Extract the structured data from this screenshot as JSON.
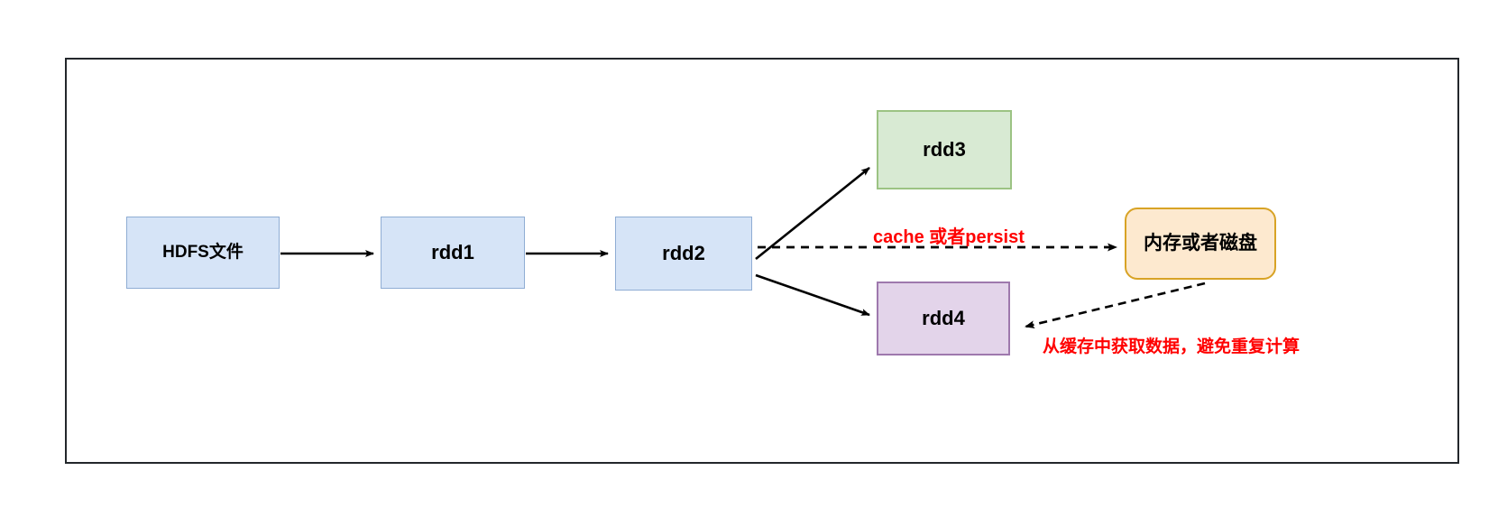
{
  "diagram": {
    "title_text": "",
    "frame": {
      "border_color": "#23272b"
    },
    "nodes": [
      {
        "id": "hdfs",
        "label": "HDFS文件",
        "fill": "#d6e4f7",
        "stroke": "#8fadd4"
      },
      {
        "id": "rdd1",
        "label": "rdd1",
        "fill": "#d6e4f7",
        "stroke": "#8fadd4"
      },
      {
        "id": "rdd2",
        "label": "rdd2",
        "fill": "#d6e4f7",
        "stroke": "#8fadd4"
      },
      {
        "id": "rdd3",
        "label": "rdd3",
        "fill": "#d8ead3",
        "stroke": "#9cc383"
      },
      {
        "id": "rdd4",
        "label": "rdd4",
        "fill": "#e3d4ea",
        "stroke": "#9e78ad"
      },
      {
        "id": "storage",
        "label": "内存或者磁盘",
        "fill": "#fde9cf",
        "stroke": "#d8a325"
      }
    ],
    "edges": [
      {
        "id": "hdfs-to-rdd1",
        "from": "hdfs",
        "to": "rdd1",
        "style": "solid",
        "label": ""
      },
      {
        "id": "rdd1-to-rdd2",
        "from": "rdd1",
        "to": "rdd2",
        "style": "solid",
        "label": ""
      },
      {
        "id": "rdd2-to-rdd3",
        "from": "rdd2",
        "to": "rdd3",
        "style": "solid",
        "label": ""
      },
      {
        "id": "rdd2-to-rdd4",
        "from": "rdd2",
        "to": "rdd4",
        "style": "solid",
        "label": ""
      },
      {
        "id": "rdd2-to-storage",
        "from": "rdd2",
        "to": "storage",
        "style": "dashed",
        "label": "cache 或者persist"
      },
      {
        "id": "storage-to-rdd4",
        "from": "storage",
        "to": "rdd4",
        "style": "dashed",
        "label": "从缓存中获取数据，避免重复计算"
      }
    ],
    "labels": {
      "cache": "cache 或者persist",
      "reuse": "从缓存中获取数据，避免重复计算",
      "label_color": "#ff0000"
    }
  }
}
